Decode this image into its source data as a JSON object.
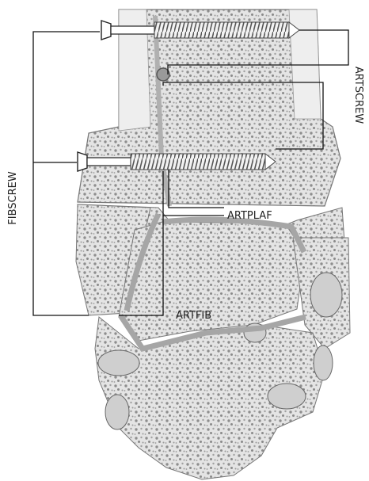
{
  "labels": {
    "fibscrew": "FIBSCREW",
    "artscrew": "ARTSCREW",
    "artplaf": "ARTPLAF",
    "artfib": "ARTFIB"
  },
  "colors": {
    "bone_fill": "#dcdcdc",
    "bone_outline": "#777777",
    "trabecular": "#8e8e8e",
    "joint_space": "#a6a6a6",
    "screw_thread": "#7a7a7a",
    "callout_line": "#111111",
    "background": "#ffffff"
  }
}
